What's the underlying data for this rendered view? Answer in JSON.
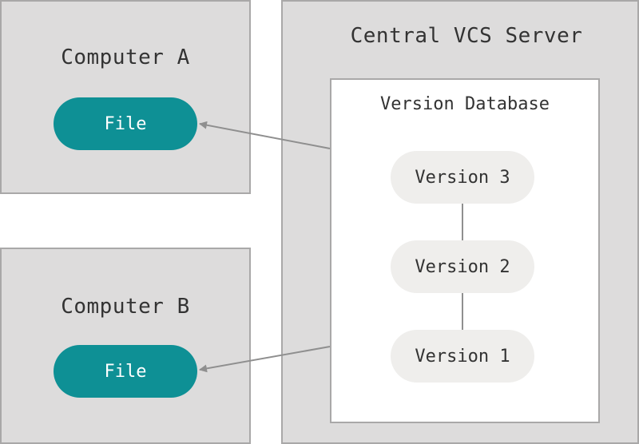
{
  "computer_a": {
    "title": "Computer A",
    "file_label": "File"
  },
  "computer_b": {
    "title": "Computer B",
    "file_label": "File"
  },
  "server": {
    "title": "Central VCS Server",
    "database": {
      "title": "Version Database",
      "versions": [
        "Version 3",
        "Version 2",
        "Version 1"
      ]
    }
  },
  "colors": {
    "box_fill": "#dddcdc",
    "box_border": "#a9a8a8",
    "file_pill": "#0e9095",
    "version_pill": "#efeeec",
    "connector": "#8f8f8f"
  }
}
